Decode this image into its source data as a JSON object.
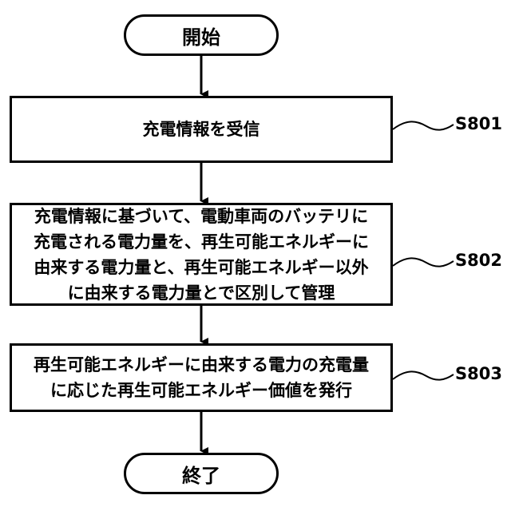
{
  "start": "開始",
  "end": "終了",
  "steps": [
    {
      "id": "S801",
      "lines": [
        "充電情報を受信"
      ]
    },
    {
      "id": "S802",
      "lines": [
        "充電情報に基づいて、電動車両のバッテリに",
        "充電される電力量を、再生可能エネルギーに",
        "由来する電力量と、再生可能エネルギー以外",
        "に由来する電力量とで区別して管理"
      ]
    },
    {
      "id": "S803",
      "lines": [
        "再生可能エネルギーに由来する電力の充電量",
        "に応じた再生可能エネルギー価値を発行"
      ]
    }
  ]
}
